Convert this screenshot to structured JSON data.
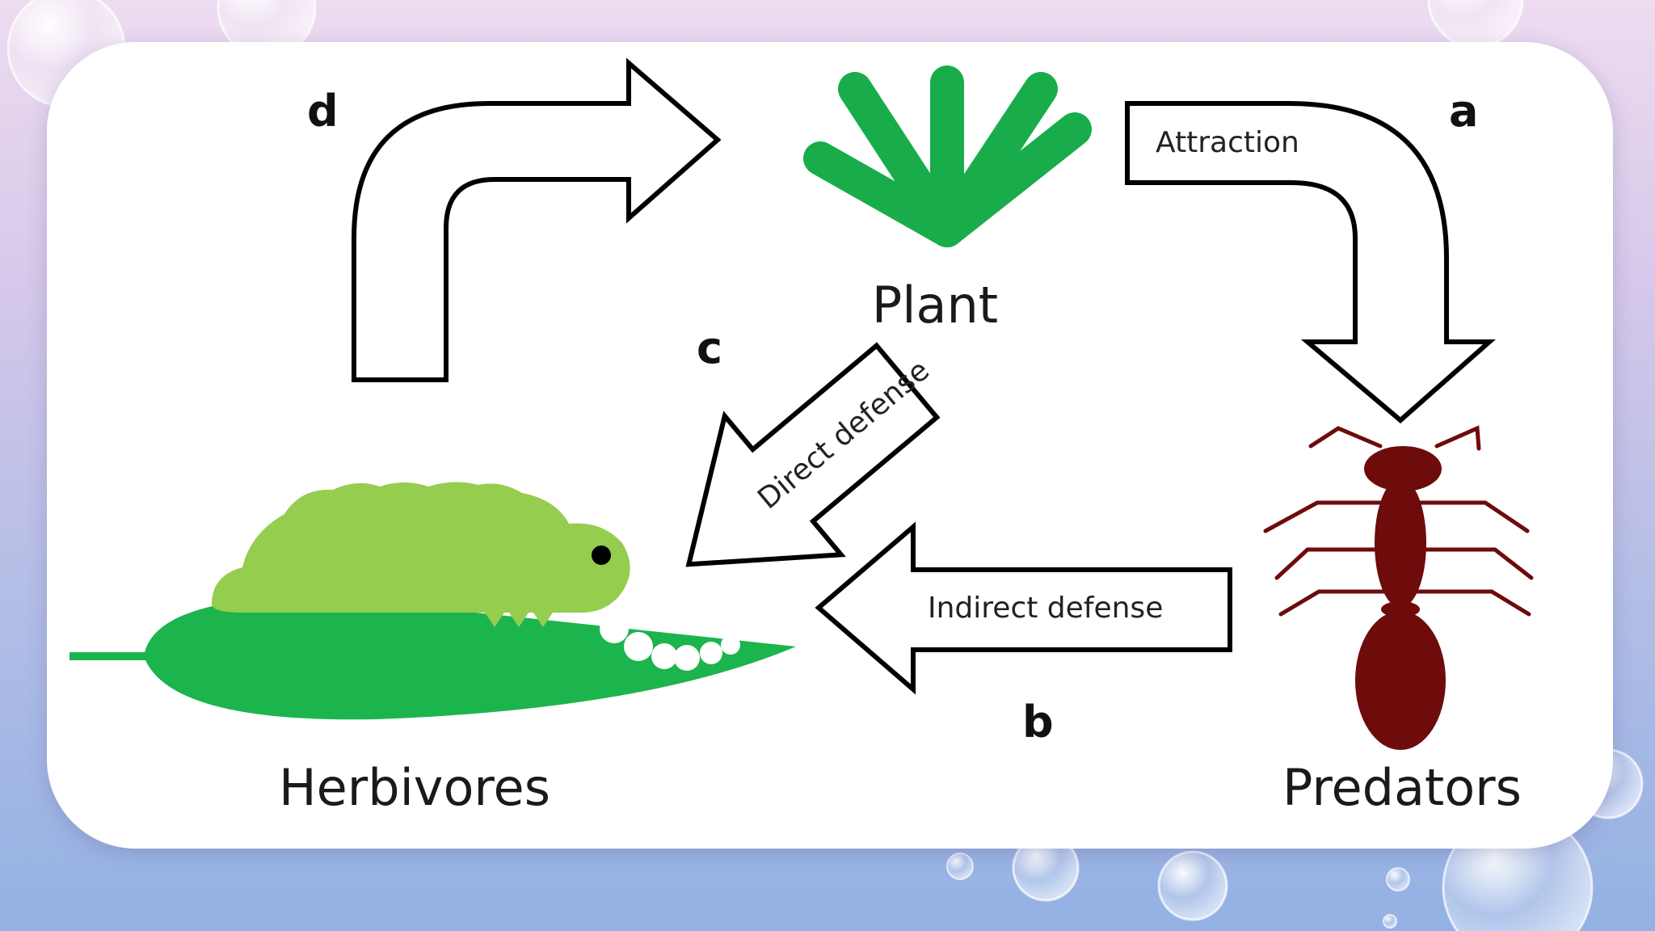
{
  "diagram": {
    "nodes": {
      "plant": "Plant",
      "herbivores": "Herbivores",
      "predators": "Predators"
    },
    "arrows": {
      "a": {
        "letter": "a",
        "label": "Attraction"
      },
      "b": {
        "letter": "b",
        "label": "Indirect defense"
      },
      "c": {
        "letter": "c",
        "label": "Direct defense"
      },
      "d": {
        "letter": "d"
      }
    }
  },
  "colors": {
    "plant_green": "#18ad4a",
    "leaf_green": "#1cb44d",
    "caterpillar_green": "#95cd4f",
    "ant_dark_red": "#6e0b0b",
    "arrow_outline": "#000000"
  },
  "icons": [
    "plant-icon",
    "caterpillar-on-leaf-icon",
    "ant-icon"
  ]
}
